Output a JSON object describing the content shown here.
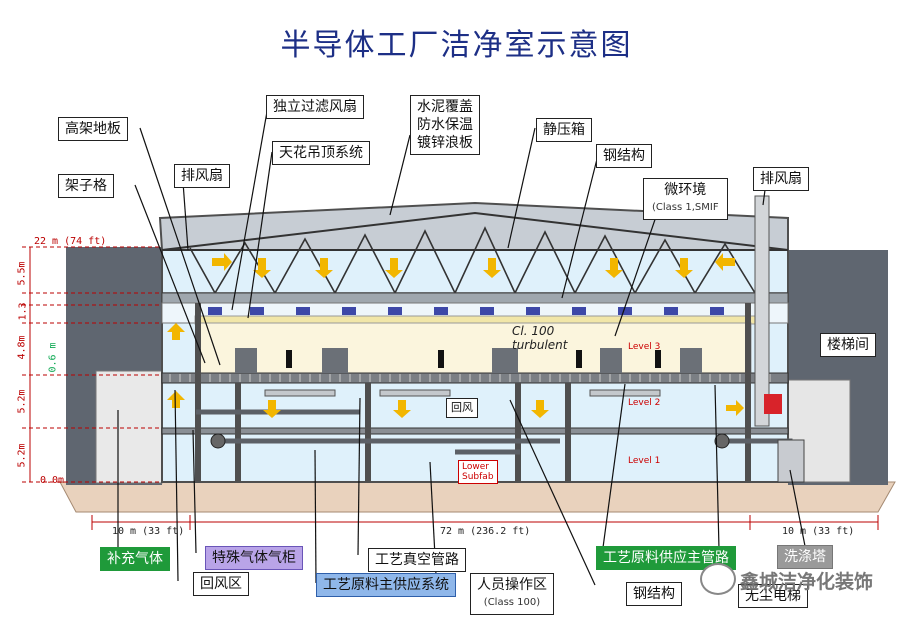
{
  "title": "半导体工厂洁净室示意图",
  "labels": {
    "raised_floor": "高架地板",
    "hepa_fan": "独立过滤风扇",
    "concrete_cover": "水泥覆盖\n防水保温\n镀锌浪板",
    "static_box": "静压箱",
    "ceiling_system": "天花吊顶系统",
    "steel_top": "钢结构",
    "scaffold": "架子格",
    "exhaust_left": "排风扇",
    "micro_env": "微环境",
    "micro_env_sub": "(Class 1,SMIF",
    "exhaust_right": "排风扇",
    "stairwell": "楼梯间",
    "gas_supply": "补充气体",
    "special_gas": "特殊气体气柜",
    "return_zone": "回风区",
    "vacuum_pipe": "工艺真空管路",
    "material_main": "工艺原料主供应系统",
    "operation_zone": "人员操作区",
    "operation_sub": "(Class 100)",
    "material_supply": "工艺原料供应主管路",
    "steel_bottom": "钢结构",
    "scrubber": "洗涤塔",
    "dust_free_lift": "无尘电梯",
    "return_air": "回风"
  },
  "dimensions": {
    "height_top": "22 m (74 ft)",
    "h_55": "5.5m",
    "h_13": "1.3",
    "h_48": "4.8m",
    "h_06": "0.6 m",
    "h_52a": "5.2m",
    "h_52b": "5.2m",
    "ground": "0.0m",
    "width_left": "10 m (33 ft)",
    "width_mid": "72 m (236.2 ft)",
    "width_right": "10 m (33 ft)"
  },
  "annotations": {
    "class_note": "Cl. 100",
    "turbulent": "turbulent",
    "level3": "Level 3",
    "level2": "Level 2",
    "level1": "Level 1",
    "lower_subfab": "Lower\nSubfab"
  },
  "watermark": "鑫城洁净化装饰",
  "colors": {
    "title": "#1d2f86",
    "cleanroom_fill": "#dff1fb",
    "frame": "#4f4f4f",
    "side_blocks": "#5f6670",
    "ground": "#e9d2bd"
  }
}
